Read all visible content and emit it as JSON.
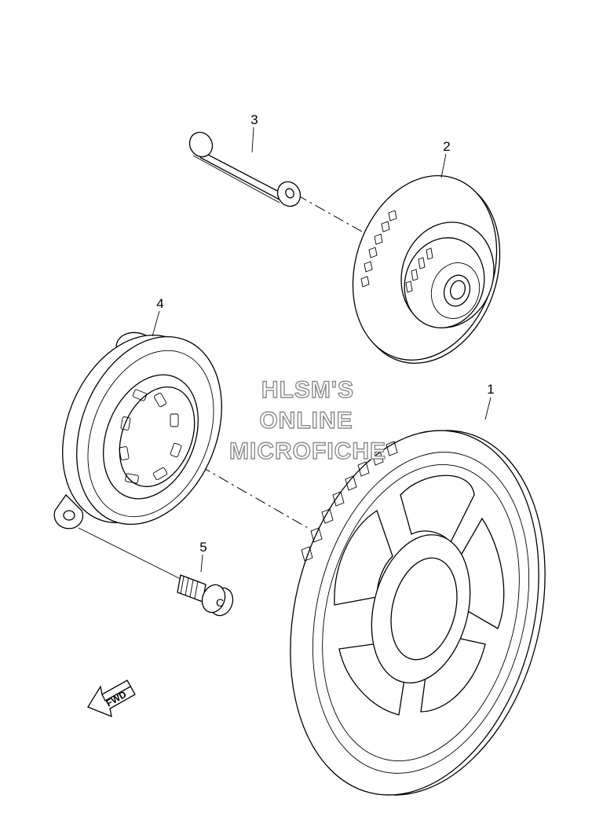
{
  "callouts": [
    {
      "id": "1",
      "label": "1"
    },
    {
      "id": "2",
      "label": "2"
    },
    {
      "id": "3",
      "label": "3"
    },
    {
      "id": "4",
      "label": "4"
    },
    {
      "id": "5",
      "label": "5"
    }
  ],
  "watermark": {
    "line1": "HLSM'S",
    "line2": "ONLINE",
    "line3": "MICROFICHE"
  },
  "direction_arrow": {
    "label": "FWD"
  },
  "screw_head_mark": "C"
}
